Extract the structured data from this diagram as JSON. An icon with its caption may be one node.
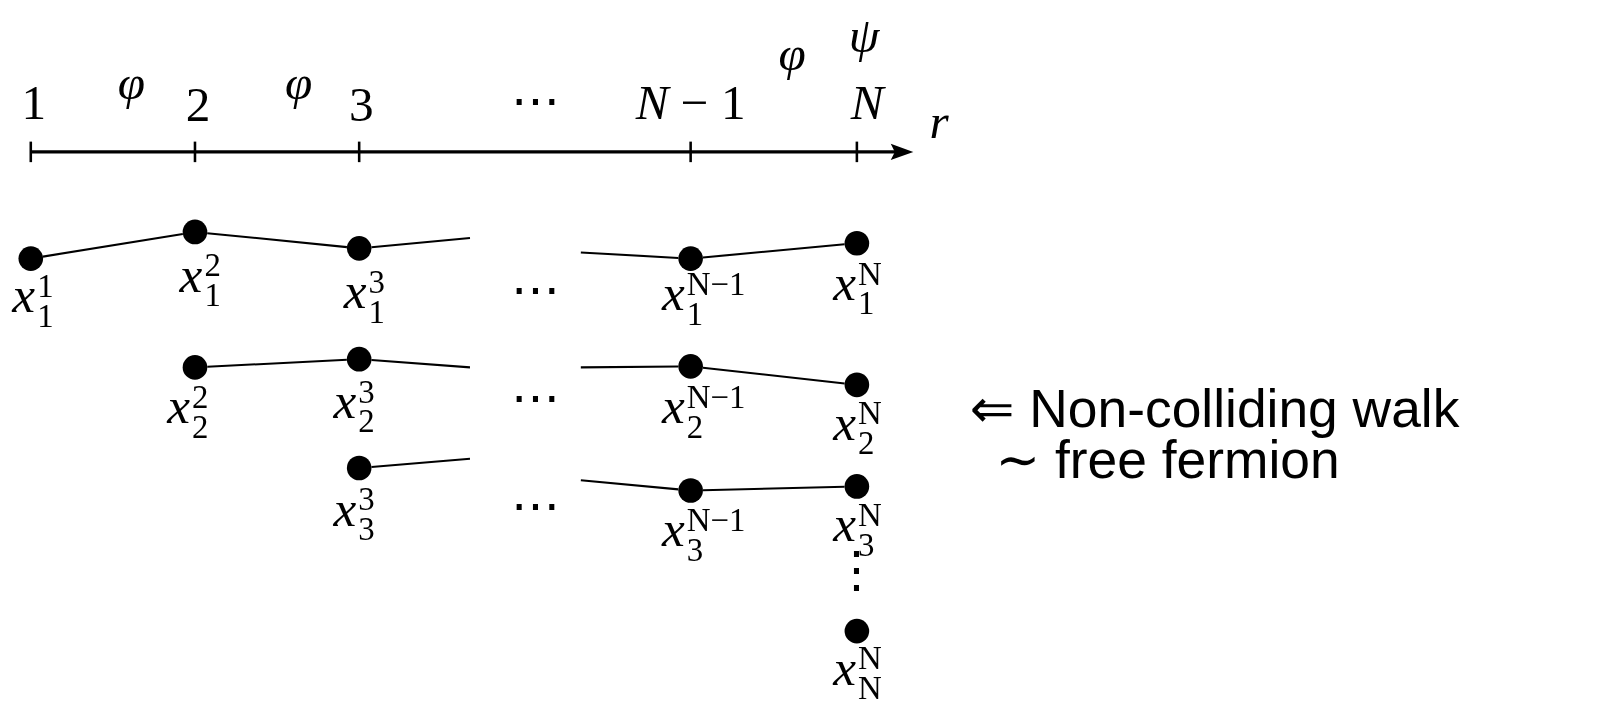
{
  "diagram": {
    "nodes": [
      {
        "text": [],
        "shape": "circle",
        "beside": [
          "*x*$^{1}$$_{1}$"
        ]
      },
      {
        "text": [],
        "shape": "circle",
        "beside": [
          "*x*$^{2}$$_{1}$"
        ]
      },
      {
        "text": [],
        "shape": "circle",
        "beside": [
          "*x*$^{3}$$_{1}$"
        ]
      },
      {
        "text": [],
        "shape": "circle",
        "beside": [
          "*x*$^{N−1}$$_{1}$"
        ]
      },
      {
        "text": [],
        "shape": "circle",
        "beside": [
          "*x*$^{N}$$_{1}$"
        ]
      },
      {
        "text": [],
        "shape": "circle",
        "beside": [
          "*x*$^{2}$$_{2}$"
        ]
      },
      {
        "text": [],
        "shape": "circle",
        "beside": [
          "*x*$^{3}$$_{2}$"
        ]
      },
      {
        "text": [],
        "shape": "circle",
        "beside": [
          "*x*$^{N−1}$$_{2}$"
        ]
      },
      {
        "text": [],
        "shape": "circle",
        "beside": [
          "*x*$^{N}$$_{2}$"
        ]
      },
      {
        "text": [],
        "shape": "circle",
        "beside": [
          "*x*$^{3}$$_{3}$"
        ]
      },
      {
        "text": [],
        "shape": "circle",
        "beside": [
          "*x*$^{N−1}$$_{3}$"
        ]
      },
      {
        "text": [],
        "shape": "circle",
        "beside": [
          "*x*$^{N}$$_{3}$"
        ]
      },
      {
        "text": [],
        "shape": "circle",
        "beside": [
          "*x*$^{N}$$_{N}$"
        ]
      }
    ],
    "edges": [
      {
        "from": 0,
        "to": 1,
        "arrow": "none"
      },
      {
        "from": 1,
        "to": 2,
        "arrow": "none"
      },
      {
        "from": 2,
        "to": null,
        "arrow": "none"
      },
      {
        "from": null,
        "to": 3,
        "arrow": "none"
      },
      {
        "from": 3,
        "to": 4,
        "arrow": "none"
      },
      {
        "from": 5,
        "to": 6,
        "arrow": "none"
      },
      {
        "from": 6,
        "to": null,
        "arrow": "none"
      },
      {
        "from": null,
        "to": 7,
        "arrow": "none"
      },
      {
        "from": 7,
        "to": 8,
        "arrow": "none"
      },
      {
        "from": 9,
        "to": null,
        "arrow": "none"
      },
      {
        "from": null,
        "to": 10,
        "arrow": "none"
      },
      {
        "from": 10,
        "to": 11,
        "arrow": "none"
      }
    ],
    "labels": [
      "ψ",
      "φ",
      "1",
      "φ",
      "2",
      "φ",
      "3",
      "⋯",
      "*N* − 1",
      "N",
      "r",
      "⋯",
      "⋯",
      "⇐ Non-colliding walk",
      "∼ free fermion",
      "⋯",
      "⋮"
    ]
  }
}
